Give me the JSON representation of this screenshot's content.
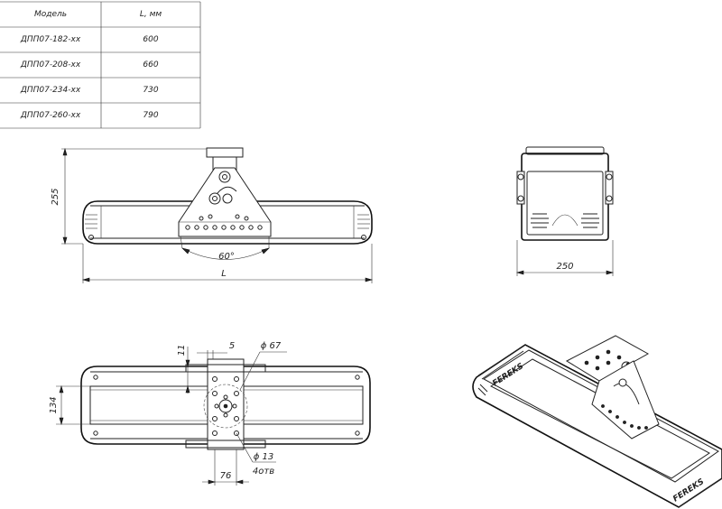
{
  "table": {
    "header_model": "Модель",
    "header_length": "L, мм",
    "rows": [
      {
        "model": "ДПП07-182-хх",
        "length": "600"
      },
      {
        "model": "ДПП07-208-хх",
        "length": "660"
      },
      {
        "model": "ДПП07-234-хх",
        "length": "730"
      },
      {
        "model": "ДПП07-260-хх",
        "length": "790"
      }
    ]
  },
  "front_view": {
    "height_dim": "255",
    "angle_dim": "60°",
    "length_dim": "L"
  },
  "side_view": {
    "width_dim": "250"
  },
  "bottom_view": {
    "dim_11": "11",
    "dim_5": "5",
    "dim_d67": "ϕ 67",
    "dim_134": "134",
    "dim_d13": "ϕ 13",
    "dim_4holes": "4отв",
    "dim_76": "76"
  },
  "iso_view": {
    "brand": "FEREKS"
  }
}
